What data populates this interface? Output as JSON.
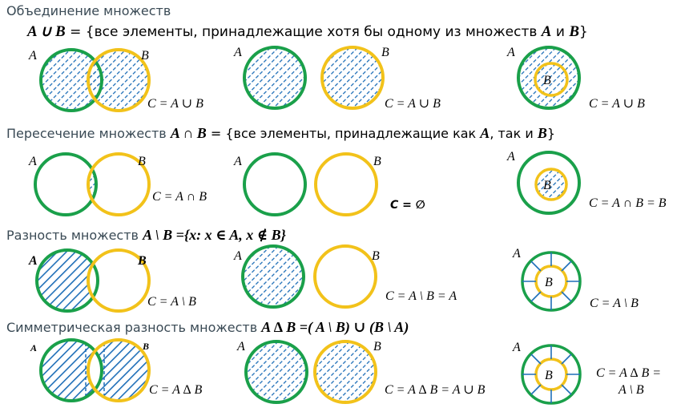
{
  "colors": {
    "green": "#1aa04a",
    "yellow": "#f2c21a",
    "blue": "#1f6fb8",
    "heading": "#3a4a55"
  },
  "sections": {
    "union": {
      "title": "Объединение множеств",
      "formula_lhs": "A ∪ B",
      "formula_mid": " = {все элементы, принадлежащие хотя бы одному из множеств ",
      "formula_a": "A",
      "formula_and": " и ",
      "formula_b": "B",
      "formula_end": "}",
      "caption_1": "C = A ∪ B",
      "caption_2": "C = A ∪ B",
      "caption_3": "C = A ∪ B"
    },
    "intersection": {
      "title": "Пересечение множеств ",
      "formula_lhs": "A ∩ B",
      "formula_mid": " = {все элементы, принадлежащие как ",
      "formula_a": "A",
      "formula_and": ", так и ",
      "formula_b": "B",
      "formula_end": "}",
      "caption_1": "C = A ∩ B",
      "caption_2": "C = ∅",
      "caption_3": "C = A ∩ B = B"
    },
    "difference": {
      "title": "Разность множеств ",
      "formula": "A \\ B ={x: x ∈ A, x ∉ B}",
      "caption_1": "C = A \\ B",
      "caption_2": "C = A \\ B = A",
      "caption_3": "C = A \\ B"
    },
    "symmetric": {
      "title": "Симметрическая разность множеств ",
      "formula": "A ∆ B =( A \\ B) ∪ (B \\ A)",
      "caption_1": "C = A ∆ B",
      "caption_2": "C = A ∆ B = A ∪ B",
      "caption_3a": "C = A ∆ B =",
      "caption_3b": "A \\ B"
    }
  },
  "set_labels": {
    "a": "A",
    "b": "B"
  }
}
